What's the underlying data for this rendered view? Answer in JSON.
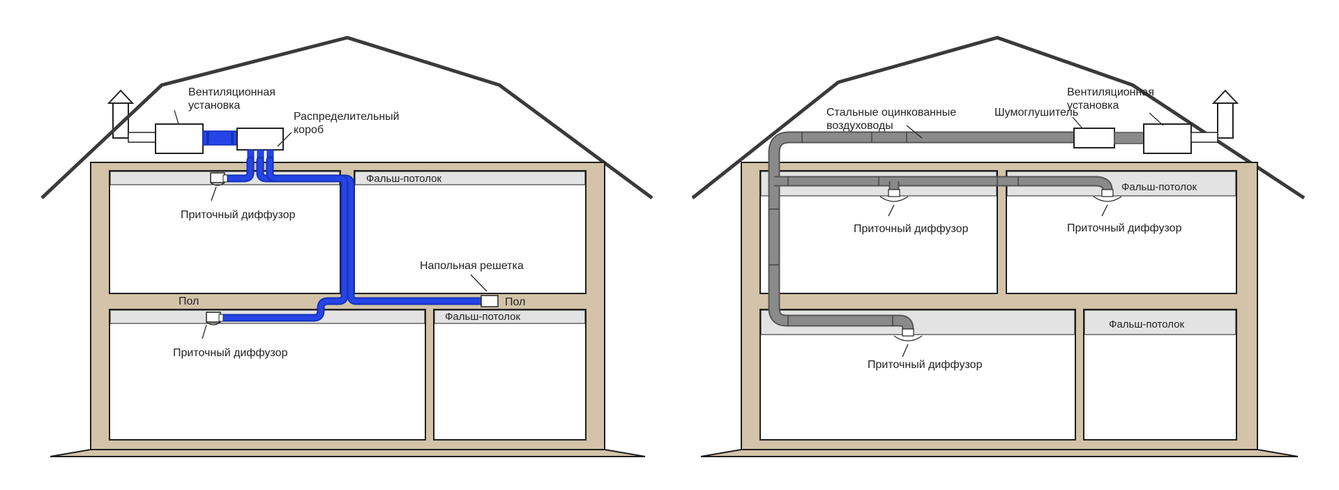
{
  "colors": {
    "wall": "#d2c3a9",
    "wall_stroke": "#1e1e1e",
    "roof_stroke": "#3a3a3a",
    "ceiling_band": "#e3e3e3",
    "blue_duct": "#2545e6",
    "blue_duct_dark": "#1531b8",
    "steel_duct": "#8a8a8a",
    "steel_duct_dark": "#555555"
  },
  "left_house": {
    "label_vent_unit": [
      "Вентиляционная",
      "установка"
    ],
    "label_distribution_box": [
      "Распределительный",
      "короб"
    ],
    "label_false_ceiling_top": "Фальш-потолок",
    "label_supply_diffuser_top": "Приточный диффузор",
    "label_floor_grille": "Напольная решетка",
    "label_floor_left": "Пол",
    "label_floor_right": "Пол",
    "label_false_ceiling_bottom": "Фальш-потолок",
    "label_supply_diffuser_bottom": "Приточный диффузор"
  },
  "right_house": {
    "label_steel_ducts": [
      "Стальные оцинкованные",
      "воздуховоды"
    ],
    "label_silencer": "Шумоглушитель",
    "label_vent_unit": [
      "Вентиляционная",
      "установка"
    ],
    "label_false_ceiling_top": "Фальш-потолок",
    "label_supply_diffuser_top_left": "Приточный диффузор",
    "label_supply_diffuser_top_right": "Приточный диффузор",
    "label_false_ceiling_bottom": "Фальш-потолок",
    "label_supply_diffuser_bottom": "Приточный диффузор"
  }
}
